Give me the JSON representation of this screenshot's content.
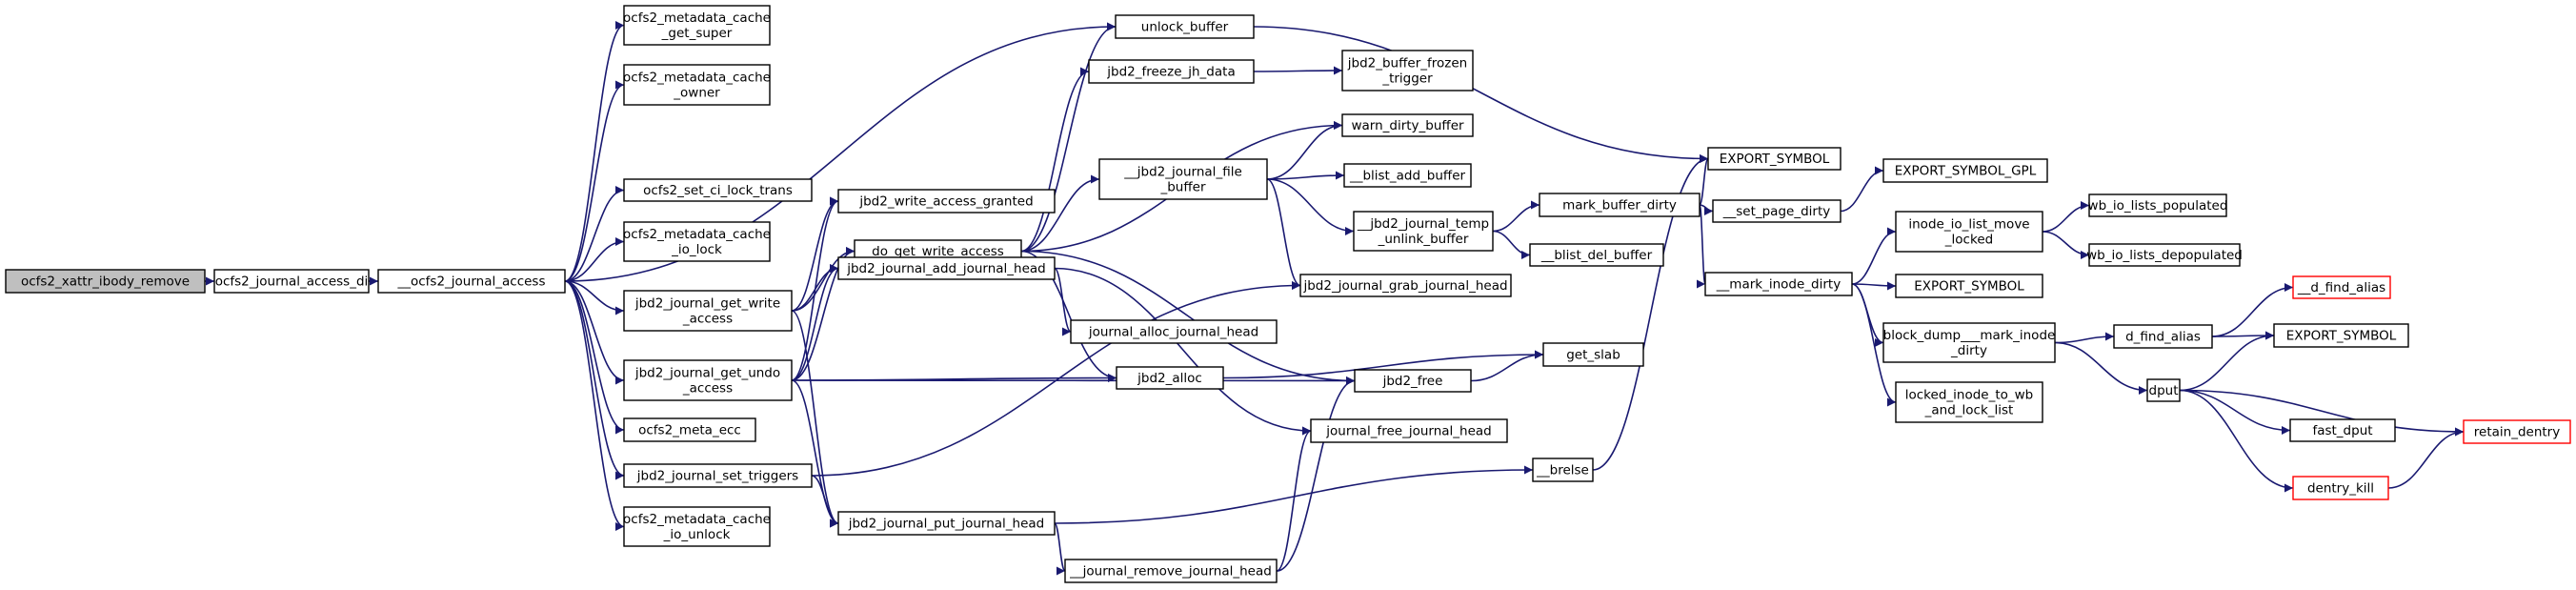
{
  "diagram": {
    "edge_color": "#191970",
    "root_fill": "#bfbfbf",
    "truncated_border": "#ff0000",
    "nodes": [
      {
        "id": "root",
        "label": [
          "ocfs2_xattr_ibody_remove"
        ],
        "style": "root"
      },
      {
        "id": "jad",
        "label": [
          "ocfs2_journal_access_di"
        ]
      },
      {
        "id": "oja",
        "label": [
          "__ocfs2_journal_access"
        ]
      },
      {
        "id": "gsuper",
        "label": [
          "ocfs2_metadata_cache",
          "_get_super"
        ]
      },
      {
        "id": "owner",
        "label": [
          "ocfs2_metadata_cache",
          "_owner"
        ]
      },
      {
        "id": "setci",
        "label": [
          "ocfs2_set_ci_lock_trans"
        ]
      },
      {
        "id": "iolock",
        "label": [
          "ocfs2_metadata_cache",
          "_io_lock"
        ]
      },
      {
        "id": "gwa",
        "label": [
          "jbd2_journal_get_write",
          "_access"
        ]
      },
      {
        "id": "gua",
        "label": [
          "jbd2_journal_get_undo",
          "_access"
        ]
      },
      {
        "id": "metaecc",
        "label": [
          "ocfs2_meta_ecc"
        ]
      },
      {
        "id": "settrig",
        "label": [
          "jbd2_journal_set_triggers"
        ]
      },
      {
        "id": "iounlock",
        "label": [
          "ocfs2_metadata_cache",
          "_io_unlock"
        ]
      },
      {
        "id": "unlockbuf",
        "label": [
          "unlock_buffer"
        ]
      },
      {
        "id": "freezejh",
        "label": [
          "jbd2_freeze_jh_data"
        ]
      },
      {
        "id": "wag",
        "label": [
          "jbd2_write_access_granted"
        ]
      },
      {
        "id": "dgwa",
        "label": [
          "do_get_write_access"
        ]
      },
      {
        "id": "ajh",
        "label": [
          "jbd2_journal_add_journal_head"
        ]
      },
      {
        "id": "alloc",
        "label": [
          "jbd2_alloc"
        ]
      },
      {
        "id": "pjh",
        "label": [
          "jbd2_journal_put_journal_head"
        ]
      },
      {
        "id": "rjh",
        "label": [
          "__journal_remove_journal_head"
        ]
      },
      {
        "id": "frozen",
        "label": [
          "jbd2_buffer_frozen",
          "_trigger"
        ]
      },
      {
        "id": "warndirty",
        "label": [
          "warn_dirty_buffer"
        ]
      },
      {
        "id": "filebuf",
        "label": [
          "__jbd2_journal_file",
          "_buffer"
        ]
      },
      {
        "id": "blistadd",
        "label": [
          "__blist_add_buffer"
        ]
      },
      {
        "id": "unlinkbuf",
        "label": [
          "__jbd2_journal_temp",
          "_unlink_buffer"
        ]
      },
      {
        "id": "grabjh",
        "label": [
          "jbd2_journal_grab_journal_head"
        ]
      },
      {
        "id": "allocjh",
        "label": [
          "journal_alloc_journal_head"
        ]
      },
      {
        "id": "jfree",
        "label": [
          "jbd2_free"
        ]
      },
      {
        "id": "freejh",
        "label": [
          "journal_free_journal_head"
        ]
      },
      {
        "id": "getslab",
        "label": [
          "get_slab"
        ]
      },
      {
        "id": "brelse",
        "label": [
          "__brelse"
        ]
      },
      {
        "id": "export1",
        "label": [
          "EXPORT_SYMBOL"
        ]
      },
      {
        "id": "markdirty",
        "label": [
          "mark_buffer_dirty"
        ]
      },
      {
        "id": "blistdel",
        "label": [
          "__blist_del_buffer"
        ]
      },
      {
        "id": "setpage",
        "label": [
          "__set_page_dirty"
        ]
      },
      {
        "id": "exportgpl",
        "label": [
          "EXPORT_SYMBOL_GPL"
        ]
      },
      {
        "id": "markinode",
        "label": [
          "__mark_inode_dirty"
        ]
      },
      {
        "id": "iolistmove",
        "label": [
          "inode_io_list_move",
          "_locked"
        ]
      },
      {
        "id": "export2",
        "label": [
          "EXPORT_SYMBOL"
        ]
      },
      {
        "id": "bdump",
        "label": [
          "block_dump___mark_inode",
          "_dirty"
        ]
      },
      {
        "id": "lockedwb",
        "label": [
          "locked_inode_to_wb",
          "_and_lock_list"
        ]
      },
      {
        "id": "wbpop",
        "label": [
          "wb_io_lists_populated"
        ]
      },
      {
        "id": "wbdepop",
        "label": [
          "wb_io_lists_depopulated"
        ]
      },
      {
        "id": "dfindalias",
        "label": [
          "d_find_alias"
        ]
      },
      {
        "id": "dput",
        "label": [
          "dput"
        ]
      },
      {
        "id": "dfindalias2",
        "label": [
          "__d_find_alias"
        ],
        "style": "truncated"
      },
      {
        "id": "export3",
        "label": [
          "EXPORT_SYMBOL"
        ]
      },
      {
        "id": "fastdput",
        "label": [
          "fast_dput"
        ]
      },
      {
        "id": "dentrykill",
        "label": [
          "dentry_kill"
        ],
        "style": "truncated"
      },
      {
        "id": "retain",
        "label": [
          "retain_dentry"
        ],
        "style": "truncated"
      }
    ]
  }
}
